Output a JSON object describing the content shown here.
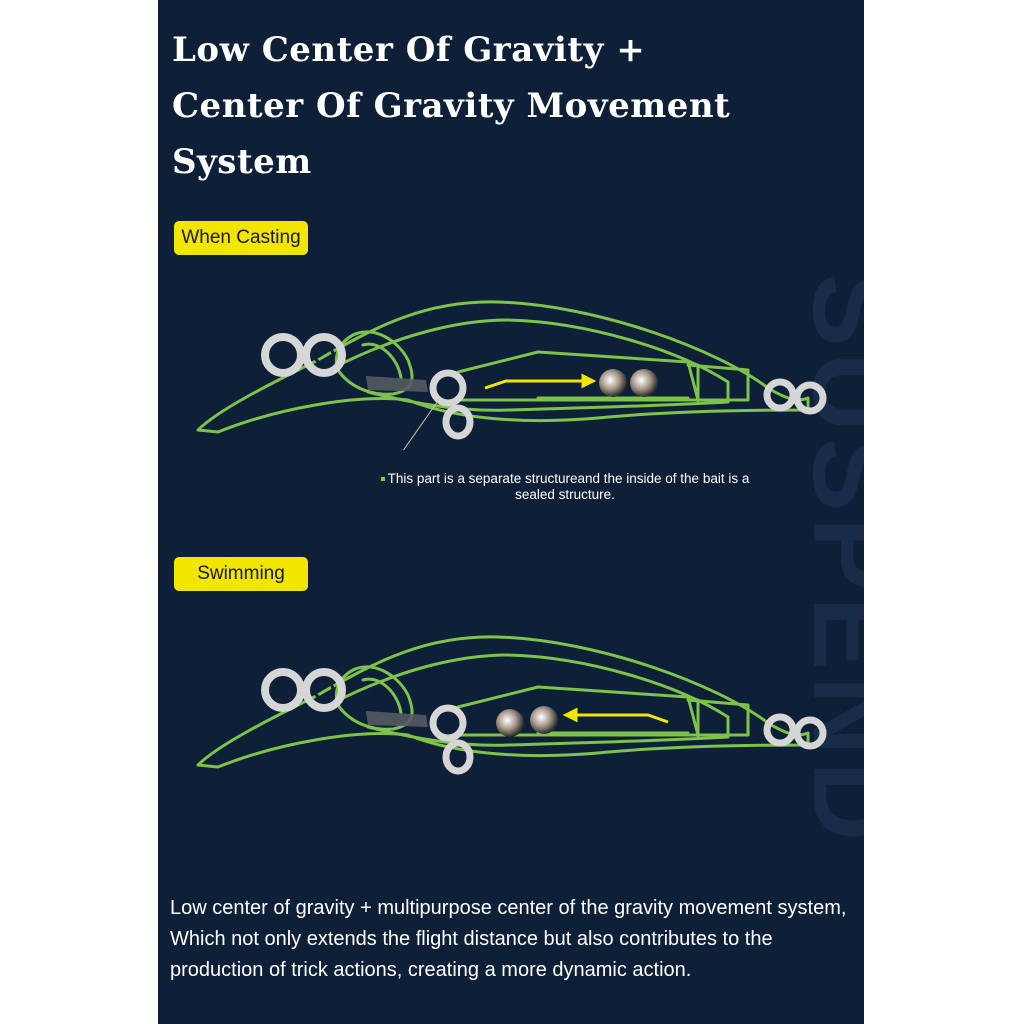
{
  "title_line1": "Low Center Of Gravity +",
  "title_line2": "Center Of Gravity Movement System",
  "tags": {
    "casting": "When Casting",
    "swimming": "Swimming"
  },
  "note": "This part is a separate structureand the inside of the bait is a sealed structure.",
  "body": "Low center of gravity + multipurpose center of  the gravity movement system, Which not only extends the flight distance but also contributes to the production of trick actions, creating a more dynamic action.",
  "watermark": "SUSPEND",
  "colors": {
    "background": "#0e1f38",
    "tag": "#f2e500",
    "outline": "#7dc24a",
    "arrow": "#f2e500",
    "ring": "#d6d6d6"
  }
}
